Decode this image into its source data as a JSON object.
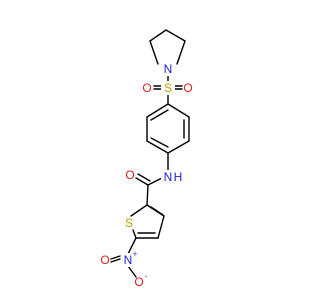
{
  "molecule": {
    "atoms": {
      "N1": {
        "label": "N",
        "color": "#1f1fd6"
      },
      "S1": {
        "label": "S",
        "color": "#b8a000"
      },
      "O1": {
        "label": "O",
        "color": "#e0201f"
      },
      "O2": {
        "label": "O",
        "color": "#e0201f"
      },
      "NH": {
        "label": "N",
        "h_label": "H",
        "color": "#1f1fd6"
      },
      "O3": {
        "label": "O",
        "color": "#e0201f"
      },
      "S2": {
        "label": "S",
        "color": "#b8a000"
      },
      "N2": {
        "label": "N",
        "plus": "+",
        "color": "#1f1fd6"
      },
      "O4": {
        "label": "O",
        "color": "#e0201f"
      },
      "O5": {
        "label": "O",
        "minus": "-",
        "color": "#e0201f"
      }
    }
  }
}
